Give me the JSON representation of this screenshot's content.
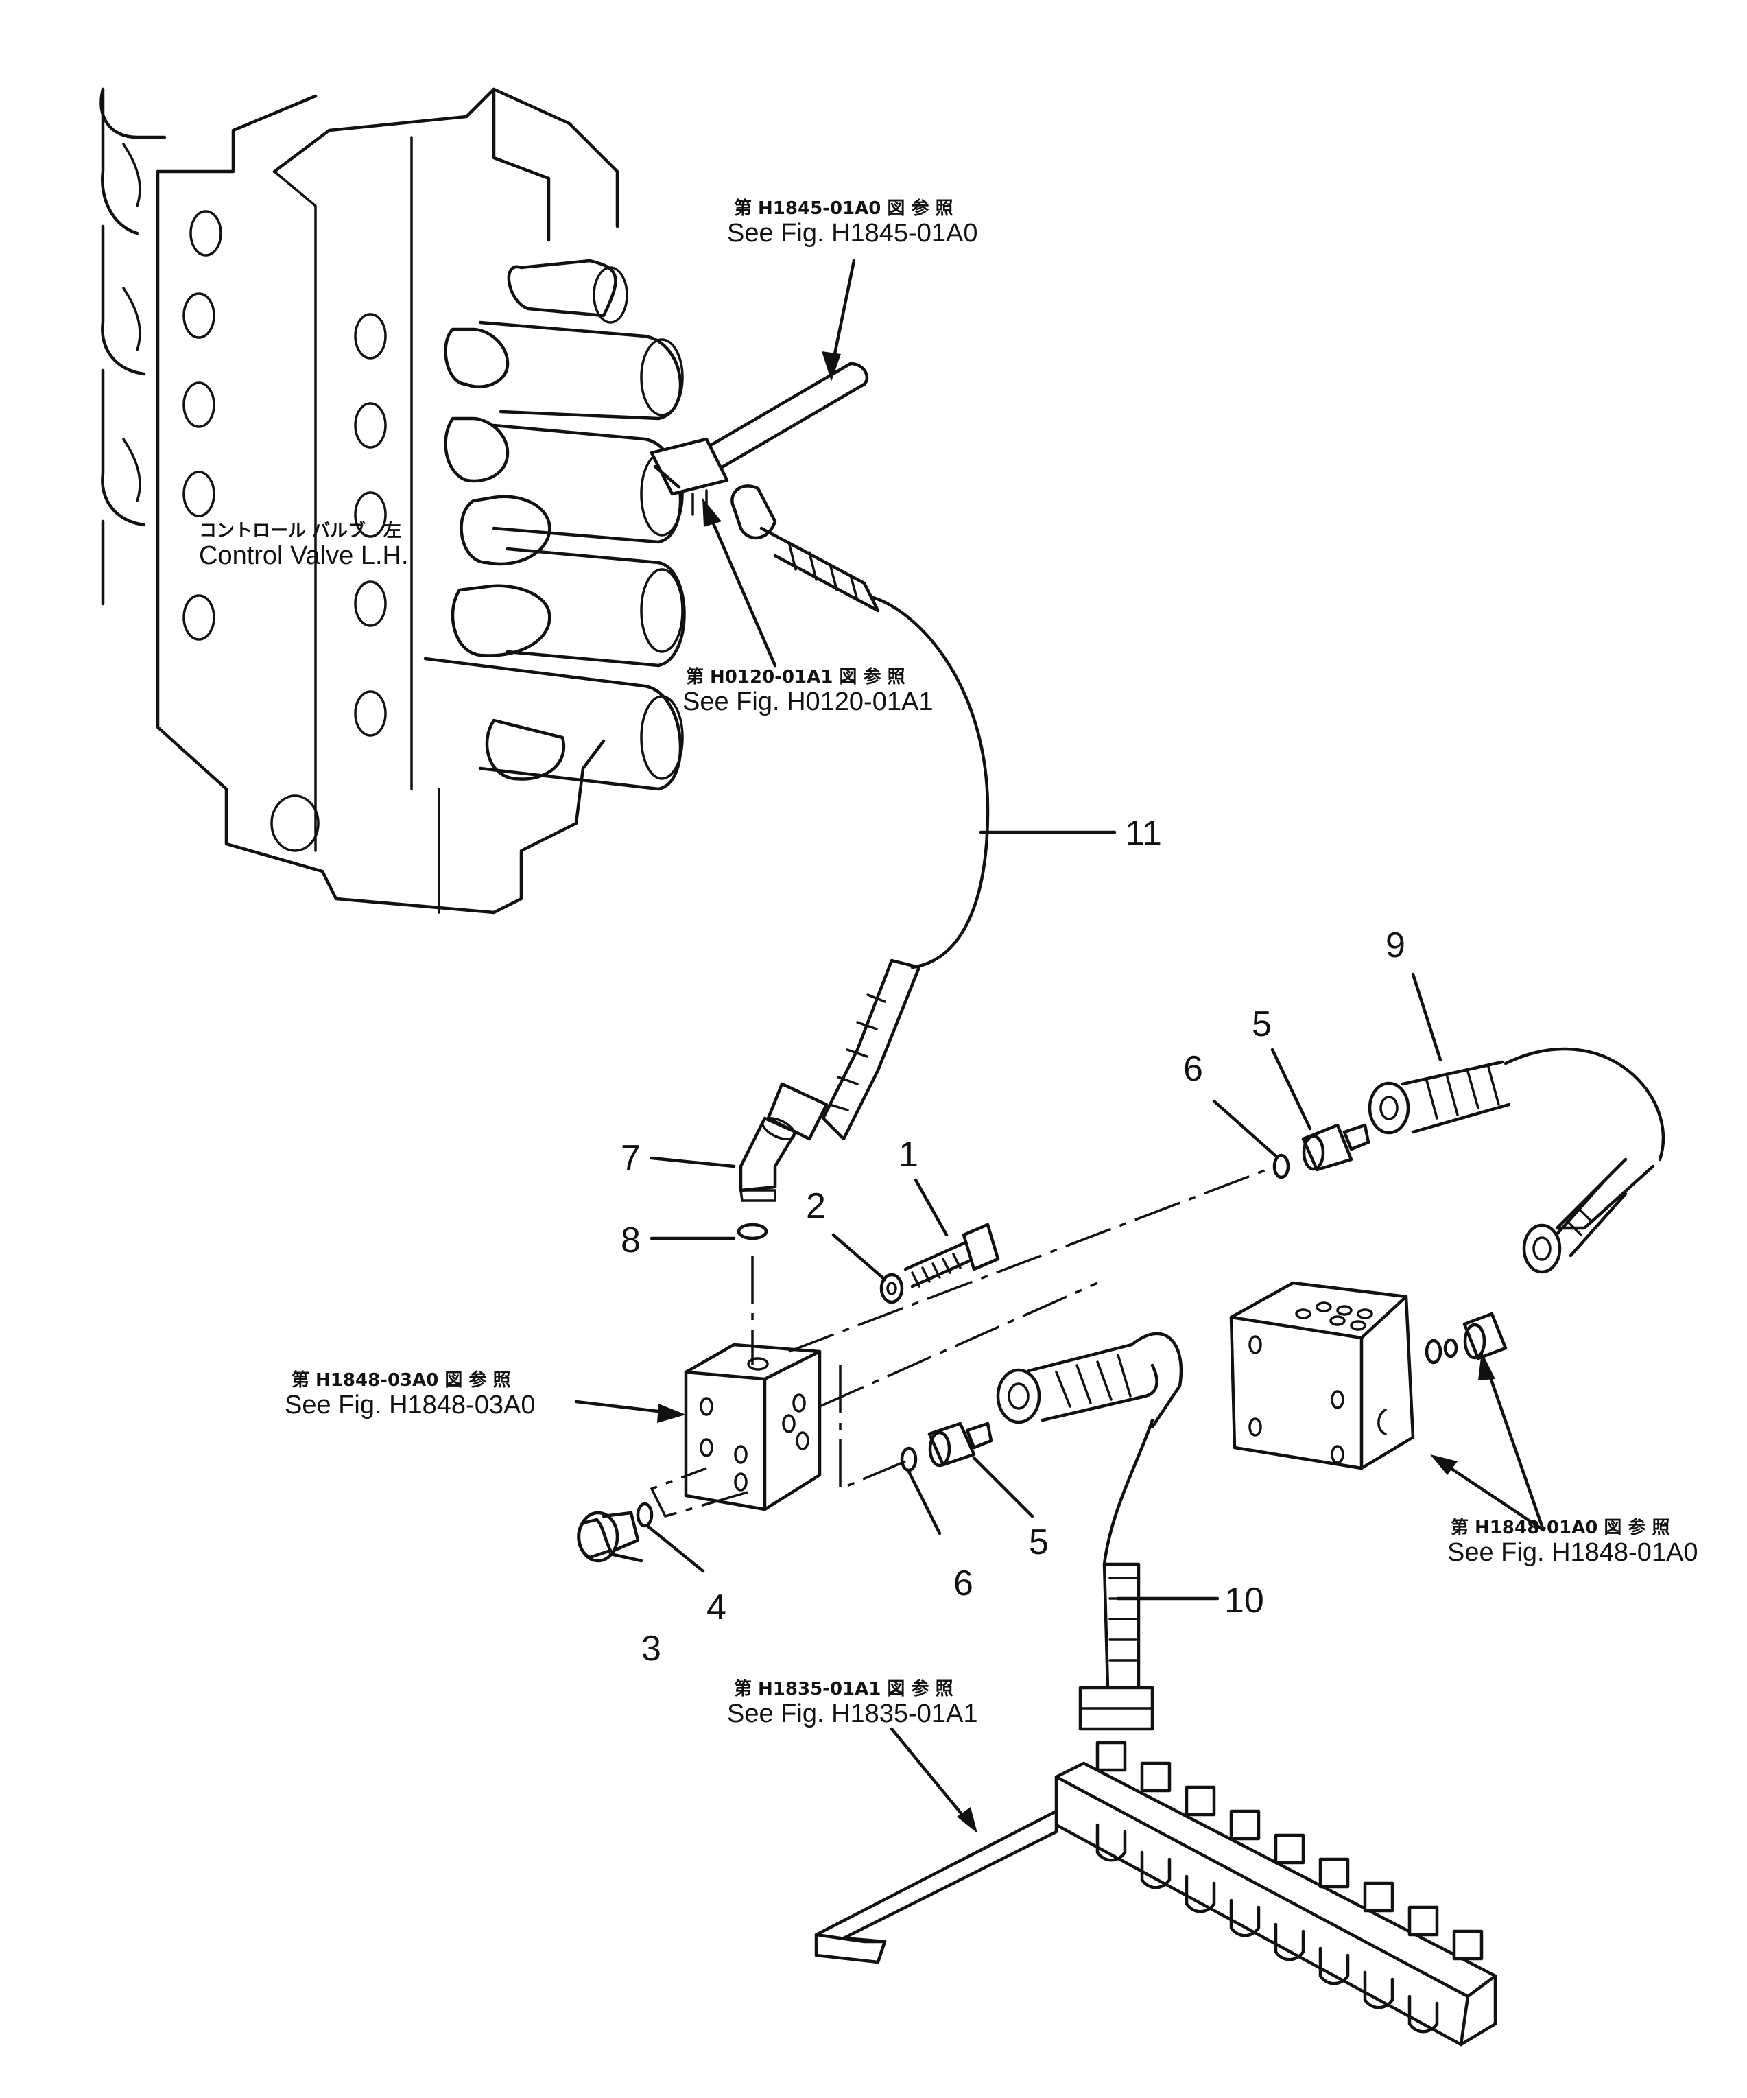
{
  "references": {
    "top": {
      "ja": "第 H1845-01A0 図 参 照",
      "en": "See Fig. H1845-01A0"
    },
    "valve_fitting": {
      "ja": "第 H0120-01A1 図 参 照",
      "en": "See Fig. H0120-01A1"
    },
    "block_left": {
      "ja": "第 H1848-03A0 図 参 照",
      "en": "See Fig. H1848-03A0"
    },
    "block_right": {
      "ja": "第 H1848-01A0 図 参 照",
      "en": "See Fig. H1848-01A0"
    },
    "manifold": {
      "ja": "第 H1835-01A1 図 参 照",
      "en": "See Fig. H1835-01A1"
    }
  },
  "control_valve": {
    "ja": "コントロール バルブ　左",
    "en": "Control Valve L.H."
  },
  "part_numbers": {
    "p1": "1",
    "p2": "2",
    "p3": "3",
    "p4": "4",
    "p5a": "5",
    "p5b": "5",
    "p6a": "6",
    "p6b": "6",
    "p7": "7",
    "p8": "8",
    "p9": "9",
    "p10": "10",
    "p11": "11"
  }
}
